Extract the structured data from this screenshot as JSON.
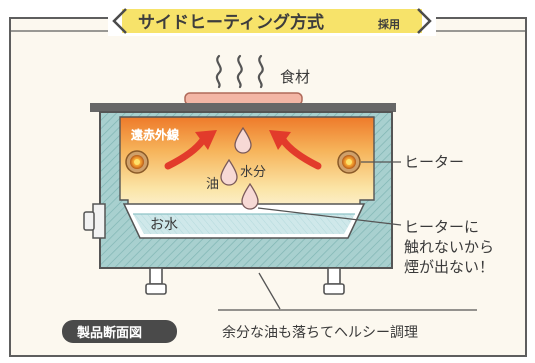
{
  "title": {
    "main": "サイドヒーティング方式",
    "suffix": "採用"
  },
  "labels": {
    "food": "食材",
    "far_infrared": "遠赤外線",
    "oil": "油",
    "moisture": "水分",
    "water": "お水",
    "heater": "ヒーター",
    "heater_note_1": "ヒーターに",
    "heater_note_2": "触れないから",
    "heater_note_3": "煙が出ない！",
    "bottom_note": "余分な油も落ちてヘルシー調理",
    "badge": "製品断面図"
  },
  "colors": {
    "frame": "#5b5b5b",
    "panel_bg": "#fbf7ee",
    "title_bg": "#f7e36a",
    "body_teal": "#a6cfcd",
    "inner_top": "#f08a34",
    "inner_bottom": "#fbf3d2",
    "arrow_red": "#e23b2b",
    "badge_bg": "#4a4a4a"
  }
}
